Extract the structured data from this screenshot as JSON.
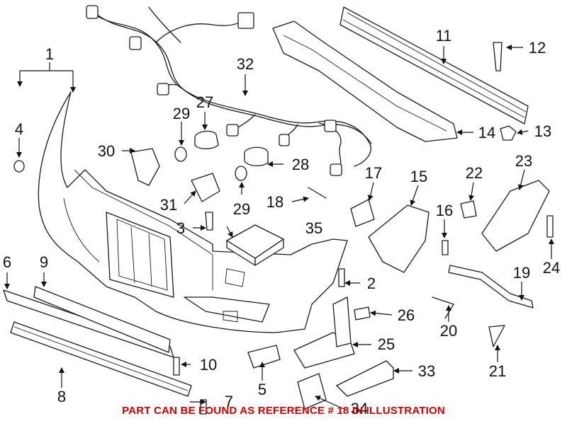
{
  "callouts": {
    "c1": "1",
    "c2": "2",
    "c3": "3",
    "c4": "4",
    "c5": "5",
    "c6": "6",
    "c7": "7",
    "c8": "8",
    "c9": "9",
    "c10": "10",
    "c11": "11",
    "c12": "12",
    "c13": "13",
    "c14": "14",
    "c15": "15",
    "c16": "16",
    "c17": "17",
    "c18": "18",
    "c19": "19",
    "c20": "20",
    "c21": "21",
    "c22": "22",
    "c23": "23",
    "c24": "24",
    "c25": "25",
    "c26": "26",
    "c27": "27",
    "c28": "28",
    "c29a": "29",
    "c29b": "29",
    "c30": "30",
    "c31": "31",
    "c32": "32",
    "c33": "33",
    "c34": "34",
    "c35": "35"
  },
  "footnote": "PART CAN BE FOUND AS REFERENCE # 18 IN ILLUSTRATION",
  "colors": {
    "ink": "#1a1a1a",
    "footnote": "#d00000",
    "background": "#ffffff"
  }
}
